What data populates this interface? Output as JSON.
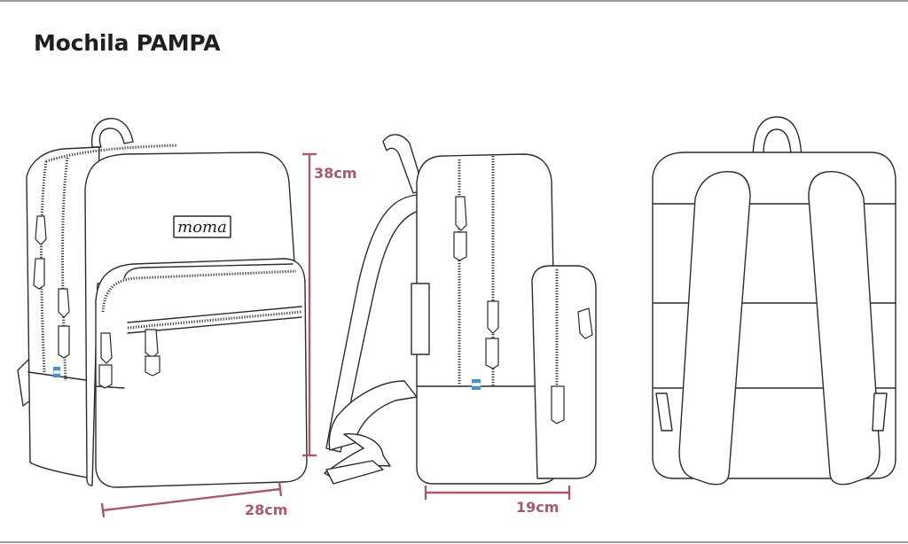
{
  "title": "Mochila PAMPA",
  "brand_label": "moma",
  "dimensions": {
    "height": "38cm",
    "width": "28cm",
    "depth": "19cm"
  },
  "colors": {
    "dimension_line": "#a8596a",
    "outline": "#2c2c2c",
    "flag": "#4a90c8"
  },
  "views": [
    "front-three-quarter",
    "side",
    "back"
  ]
}
